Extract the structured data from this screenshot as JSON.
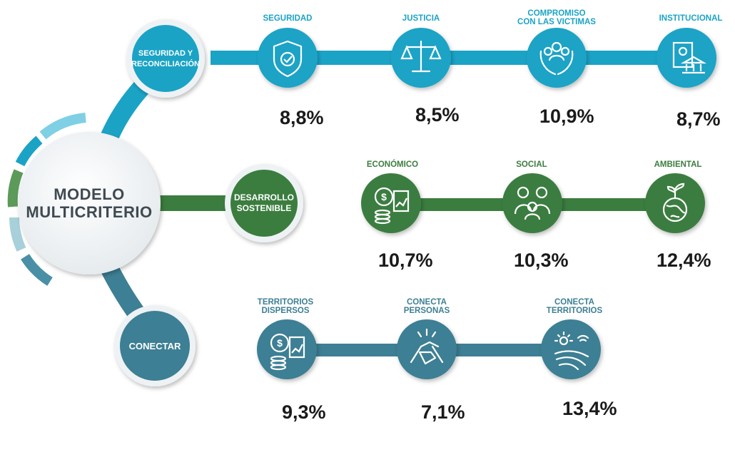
{
  "hub": {
    "line1": "MODELO",
    "line2": "MULTICRITERIO"
  },
  "categories": {
    "seguridad": {
      "line1": "SEGURIDAD Y",
      "line2": "RECONCILIACIÓN"
    },
    "desarrollo": {
      "line1": "DESARROLLO",
      "line2": "SOSTENIBLE"
    },
    "conectar": {
      "line1": "CONECTAR"
    }
  },
  "criteria": [
    {
      "label1": "SEGURIDAD",
      "label2": "",
      "value": "8,8%",
      "icon": "shield-check-icon"
    },
    {
      "label1": "JUSTICIA",
      "label2": "",
      "value": "8,5%",
      "icon": "scales-icon"
    },
    {
      "label1": "COMPROMISO",
      "label2": "CON LAS VICTIMAS",
      "value": "10,9%",
      "icon": "hands-people-icon"
    },
    {
      "label1": "INSTITUCIONAL",
      "label2": "",
      "value": "8,7%",
      "icon": "institution-icon"
    },
    {
      "label1": "ECONÓMICO",
      "label2": "",
      "value": "10,7%",
      "icon": "coins-chart-icon"
    },
    {
      "label1": "SOCIAL",
      "label2": "",
      "value": "10,3%",
      "icon": "family-icon"
    },
    {
      "label1": "AMBIENTAL",
      "label2": "",
      "value": "12,4%",
      "icon": "globe-plant-icon"
    },
    {
      "label1": "TERRITORIOS",
      "label2": "DISPERSOS",
      "value": "9,3%",
      "icon": "coins-chart-icon"
    },
    {
      "label1": "CONECTA",
      "label2": "PERSONAS",
      "value": "7,1%",
      "icon": "handshake-icon"
    },
    {
      "label1": "CONECTA",
      "label2": "TERRITORIOS",
      "value": "13,4%",
      "icon": "sun-field-icon"
    }
  ],
  "colors": {
    "seguridad": "#1ba3c6",
    "desarrollo": "#3b7d3f",
    "conectar": "#3d7f94",
    "hub_text": "#3f4a52"
  }
}
